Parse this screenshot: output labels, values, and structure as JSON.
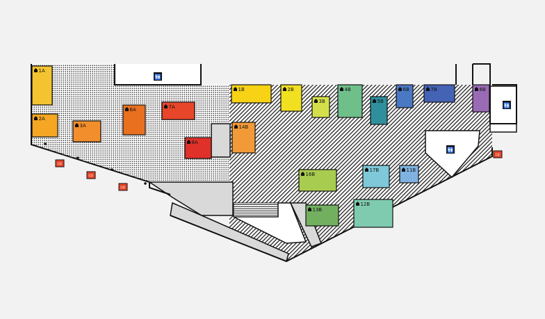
{
  "map": {
    "booths": [
      {
        "id": "booth-1a",
        "label": "1A",
        "color": "#f4c430"
      },
      {
        "id": "booth-2a",
        "label": "2A",
        "color": "#f5a623"
      },
      {
        "id": "booth-3a",
        "label": "3A",
        "color": "#f28e2b"
      },
      {
        "id": "booth-6a",
        "label": "6A",
        "color": "#e8701f"
      },
      {
        "id": "booth-7a",
        "label": "7A",
        "color": "#e8462a"
      },
      {
        "id": "booth-8a",
        "label": "8A",
        "color": "#e0302a"
      },
      {
        "id": "booth-14b",
        "label": "14B",
        "color": "#f29a38"
      },
      {
        "id": "booth-1b",
        "label": "1B",
        "color": "#f7d215"
      },
      {
        "id": "booth-2b",
        "label": "2B",
        "color": "#f0e020"
      },
      {
        "id": "booth-3b",
        "label": "3B",
        "color": "#d4e04a"
      },
      {
        "id": "booth-4b",
        "label": "4B",
        "color": "#6fbf8a"
      },
      {
        "id": "booth-5b",
        "label": "5B",
        "color": "#2f8f9d"
      },
      {
        "id": "booth-6b",
        "label": "6B",
        "color": "#4a78c2"
      },
      {
        "id": "booth-7b",
        "label": "7B",
        "color": "#4463b4"
      },
      {
        "id": "booth-8b",
        "label": "8B",
        "color": "#9a6bb5"
      },
      {
        "id": "booth-16b",
        "label": "16B",
        "color": "#a8cc50"
      },
      {
        "id": "booth-17b",
        "label": "17B",
        "color": "#7ec8d9"
      },
      {
        "id": "booth-11b",
        "label": "11B",
        "color": "#7fb2e0"
      },
      {
        "id": "booth-13b",
        "label": "13B",
        "color": "#72b060"
      },
      {
        "id": "booth-12b",
        "label": "12B",
        "color": "#7fcbb0"
      }
    ],
    "icons": {
      "booth": "booth-icon",
      "restroom": "restroom-icon",
      "exit": "exit-icon",
      "restroom_glyph": "🚻",
      "exit_glyph": "⇨"
    },
    "colors": {
      "background": "#f2f2f2",
      "wall": "#111111",
      "hatch": "#222222",
      "exit": "#e8462a",
      "service": "#d9d9d9"
    }
  }
}
